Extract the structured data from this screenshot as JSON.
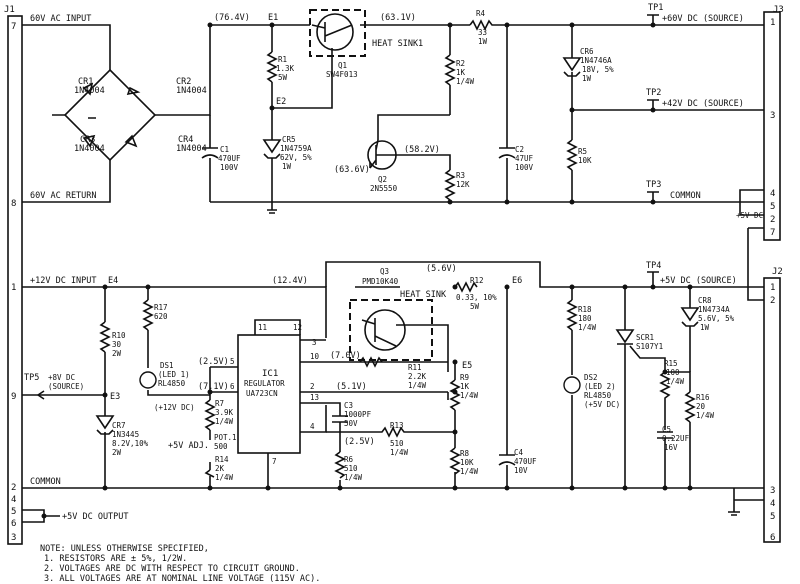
{
  "connectors": {
    "j1": "J1",
    "j2": "J2",
    "j3": "J3"
  },
  "nets": {
    "ac_input": "60V AC INPUT",
    "ac_return": "60V AC RETURN",
    "v12_input": "+12V DC INPUT",
    "common_top": "COMMON",
    "common_bottom": "COMMON",
    "v5_output": "+5V DC OUTPUT",
    "v5_side": "+5V DC",
    "v60_source": "+60V DC (SOURCE)",
    "v42_source": "+42V DC (SOURCE)",
    "v5_source": "+5V DC (SOURCE)",
    "v8_tp5_line1": "+8V DC",
    "v8_tp5_line2": "(SOURCE)",
    "v5_adj": "+5V ADJ."
  },
  "test_points": {
    "tp1": "TP1",
    "tp2": "TP2",
    "tp3": "TP3",
    "tp4": "TP4",
    "tp5": "TP5"
  },
  "nodes": {
    "e1": "E1",
    "e2": "E2",
    "e3": "E3",
    "e4": "E4",
    "e5": "E5",
    "e6": "E6"
  },
  "voltages": {
    "v764": "(76.4V)",
    "v631": "(63.1V)",
    "v636": "(63.6V)",
    "v582": "(58.2V)",
    "v124": "(12.4V)",
    "v56": "(5.6V)",
    "v25": "(2.5V)",
    "v70": "(7.0V)",
    "v71": "(7.1V)",
    "v51": "(5.1V)",
    "v25b": "(2.5V)"
  },
  "heat_sinks": {
    "hs1": "HEAT SINK1",
    "hs2": "HEAT SINK"
  },
  "components": {
    "cr1": {
      "ref": "CR1",
      "part": "1N4004"
    },
    "cr2": {
      "ref": "CR2",
      "part": "1N4004"
    },
    "cr3": {
      "ref": "CR3",
      "part": "1N4004"
    },
    "cr4": {
      "ref": "CR4",
      "part": "1N4004"
    },
    "c1": {
      "ref": "C1",
      "v1": "470UF",
      "v2": "100V"
    },
    "r1": {
      "ref": "R1",
      "v1": "1.3K",
      "v2": "5W"
    },
    "cr5": {
      "ref": "CR5",
      "v1": "1N4759A",
      "v2": "62V, 5%",
      "v3": "1W"
    },
    "q1": {
      "ref": "Q1",
      "part": "SW4F013"
    },
    "r2": {
      "ref": "R2",
      "v1": "1K",
      "v2": "1/4W"
    },
    "q2": {
      "ref": "Q2",
      "part": "2N5550"
    },
    "r3": {
      "ref": "R3",
      "v1": "12K"
    },
    "r4": {
      "ref": "R4",
      "v1": "33",
      "v2": "1W"
    },
    "c2": {
      "ref": "C2",
      "v1": "47UF",
      "v2": "100V"
    },
    "cr6": {
      "ref": "CR6",
      "v1": "1N4746A",
      "v2": "18V, 5%",
      "v3": "1W"
    },
    "r5": {
      "ref": "R5",
      "v1": "10K"
    },
    "r10": {
      "ref": "R10",
      "v1": "30",
      "v2": "2W"
    },
    "r17": {
      "ref": "R17",
      "v1": "620"
    },
    "ds1": {
      "ref": "DS1",
      "v1": "(LED 1)",
      "v2": "RL4850",
      "v3": "(+12V DC)"
    },
    "cr7": {
      "ref": "CR7",
      "v1": "1N3445",
      "v2": "8.2V,10%",
      "v3": "2W"
    },
    "ic1": {
      "ref": "IC1",
      "v1": "REGULATOR",
      "v2": "UA723CN"
    },
    "r7": {
      "ref": "R7",
      "v1": "3.9K",
      "v2": "1/4W"
    },
    "pot1": {
      "ref": "POT.1",
      "v1": "500"
    },
    "r14": {
      "ref": "R14",
      "v1": "2K",
      "v2": "1/4W"
    },
    "c3": {
      "ref": "C3",
      "v1": "1000PF",
      "v2": "50V"
    },
    "r6": {
      "ref": "R6",
      "v1": "510",
      "v2": "1/4W"
    },
    "q3": {
      "ref": "Q3",
      "part": "PMD10K40"
    },
    "r11": {
      "ref": "R11",
      "v1": "2.2K",
      "v2": "1/4W"
    },
    "r12": {
      "ref": "R12",
      "v1": "0.33, 10%",
      "v2": "5W"
    },
    "r9": {
      "ref": "R9",
      "v1": "1K",
      "v2": "1/4W"
    },
    "r13": {
      "ref": "R13",
      "v1": "510",
      "v2": "1/4W"
    },
    "r8": {
      "ref": "R8",
      "v1": "10K",
      "v2": "1/4W"
    },
    "c4": {
      "ref": "C4",
      "v1": "470UF",
      "v2": "10V"
    },
    "r18": {
      "ref": "R18",
      "v1": "180",
      "v2": "1/4W"
    },
    "ds2": {
      "ref": "DS2",
      "v1": "(LED 2)",
      "v2": "RL4850",
      "v3": "(+5V DC)"
    },
    "scr1": {
      "ref": "SCR1",
      "v1": "S107Y1"
    },
    "r15": {
      "ref": "R15",
      "v1": "100",
      "v2": "1/4W"
    },
    "c5": {
      "ref": "C5",
      "v1": "0.22UF",
      "v2": "16V"
    },
    "r16": {
      "ref": "R16",
      "v1": "20",
      "v2": "1/4W"
    },
    "cr8": {
      "ref": "CR8",
      "v1": "1N4734A",
      "v2": "5.6V, 5%",
      "v3": "1W"
    }
  },
  "ic_pins": {
    "p11": "11",
    "p12": "12",
    "p3": "3",
    "p5": "5",
    "p6": "6",
    "p10": "10",
    "p2": "2",
    "p13": "13",
    "p4": "4",
    "p7": "7"
  },
  "pins_j1": [
    "7",
    "8",
    "1",
    "9",
    "2",
    "4",
    "5",
    "6",
    "3"
  ],
  "pins_j3": [
    "1",
    "3",
    "4",
    "5",
    "2",
    "7"
  ],
  "pins_j2": [
    "1",
    "2",
    "3",
    "4",
    "5",
    "6"
  ],
  "notes": [
    "NOTE: UNLESS OTHERWISE SPECIFIED,",
    "1. RESISTORS ARE ± 5%, 1/2W.",
    "2. VOLTAGES ARE DC WITH RESPECT TO CIRCUIT GROUND.",
    "3. ALL VOLTAGES ARE AT NOMINAL LINE VOLTAGE (115V AC)."
  ]
}
